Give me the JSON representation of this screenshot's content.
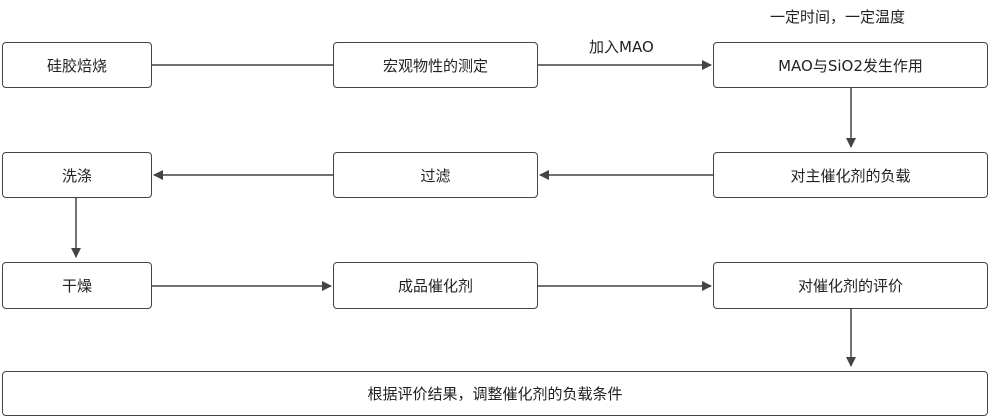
{
  "nodes": {
    "calcination": "硅胶焙烧",
    "measurement": "宏观物性的测定",
    "mao_interaction": "MAO与SiO2发生作用",
    "loading": "对主催化剂的负载",
    "filtration": "过滤",
    "washing": "洗涤",
    "drying": "干燥",
    "product": "成品催化剂",
    "evaluation": "对催化剂的评价",
    "adjustment": "根据评价结果，调整催化剂的负载条件"
  },
  "annotations": {
    "add_mao": "加入MAO",
    "time_temp": "一定时间，一定温度"
  },
  "colors": {
    "stroke": "#444444",
    "text": "#222222"
  }
}
